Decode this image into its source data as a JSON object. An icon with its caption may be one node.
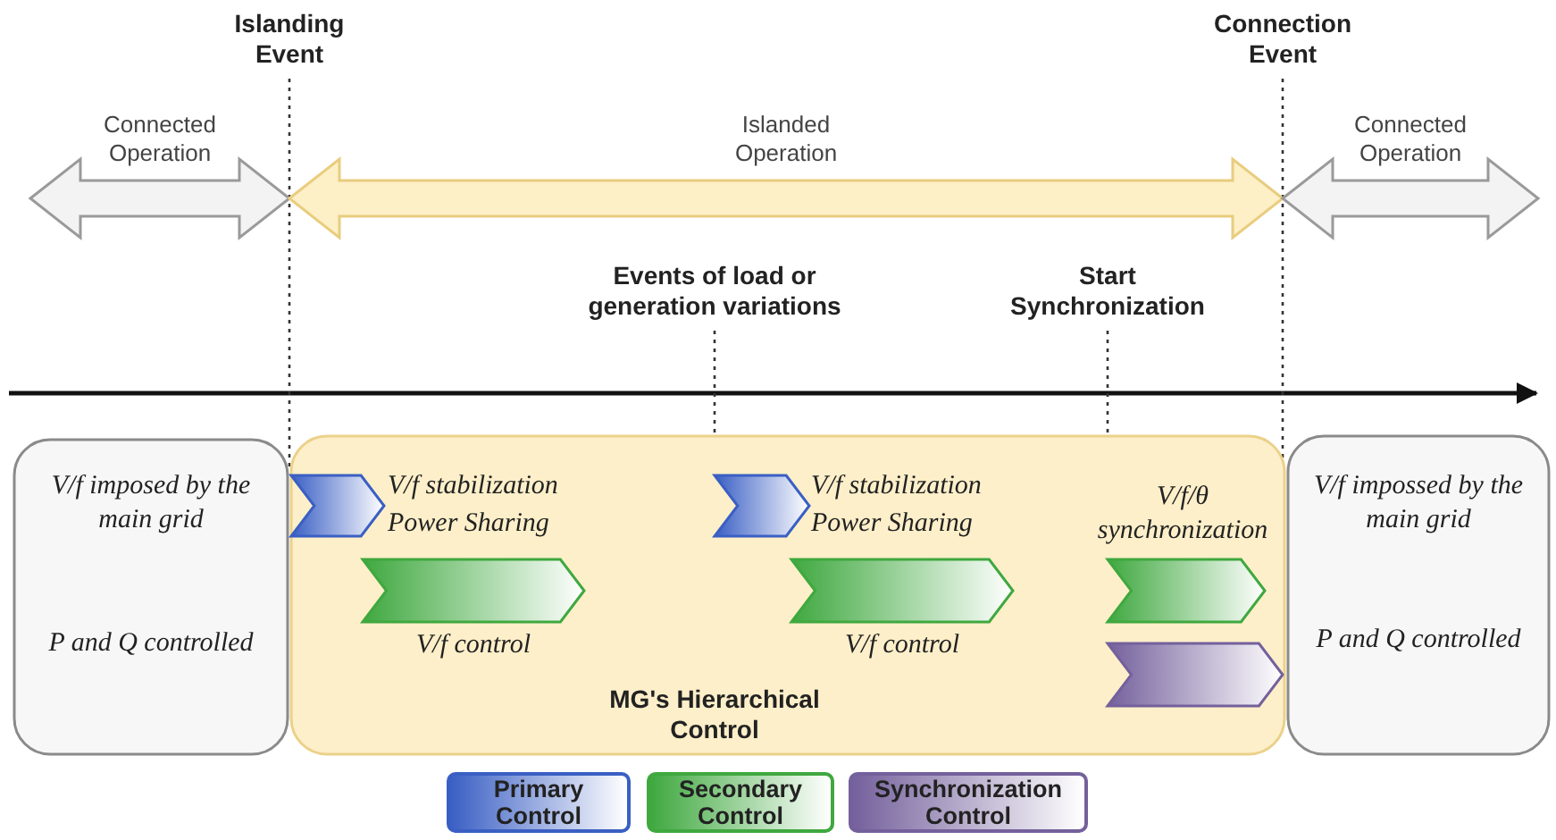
{
  "diagram": {
    "nodes": [
      {
        "text": [
          "Connected Operation"
        ]
      },
      {
        "text": [
          "Islanded Operation"
        ]
      },
      {
        "text": [
          "Connected Operation"
        ]
      },
      {
        "text": [
          "V/f imposed by the main grid",
          "P and Q controlled"
        ]
      },
      {
        "text": [
          "MG's Hierarchical Control"
        ]
      },
      {
        "text": [],
        "shape": "chevron",
        "in": 4,
        "beside": [
          "V/f stabilization",
          "Power Sharing"
        ]
      },
      {
        "text": [],
        "shape": "chevron",
        "in": 4,
        "beside": [
          "V/f control"
        ]
      },
      {
        "text": [],
        "shape": "chevron",
        "in": 4,
        "beside": [
          "V/f stabilization",
          "Power Sharing"
        ]
      },
      {
        "text": [],
        "shape": "chevron",
        "in": 4,
        "beside": [
          "V/f control"
        ]
      },
      {
        "text": [],
        "shape": "chevron",
        "in": 4,
        "beside": [
          "V/f/θ synchronization"
        ]
      },
      {
        "text": [],
        "shape": "chevron",
        "in": 4
      },
      {
        "text": [
          "V/f impossed by the main grid",
          "P and Q controlled"
        ]
      },
      {
        "text": [
          "Islanding Event"
        ]
      },
      {
        "text": [
          "Connection Event"
        ]
      },
      {
        "text": [
          "Events of load or generation variations"
        ]
      },
      {
        "text": [
          "Start Synchronization"
        ]
      }
    ],
    "edges": [
      {
        "from": 12,
        "to": 3,
        "arrow": "none",
        "style": "dashed"
      },
      {
        "from": 13,
        "to": 11,
        "arrow": "none",
        "style": "dashed"
      },
      {
        "from": 14,
        "to": 7,
        "arrow": "none",
        "style": "dashed"
      },
      {
        "from": 15,
        "to": 9,
        "arrow": "none",
        "style": "dashed"
      }
    ],
    "legend": [
      {
        "text": "Primary Control",
        "color": "#3a5fc4"
      },
      {
        "text": "Secondary Control",
        "color": "#3fa83f"
      },
      {
        "text": "Synchronization Control",
        "color": "#74609c"
      }
    ]
  }
}
